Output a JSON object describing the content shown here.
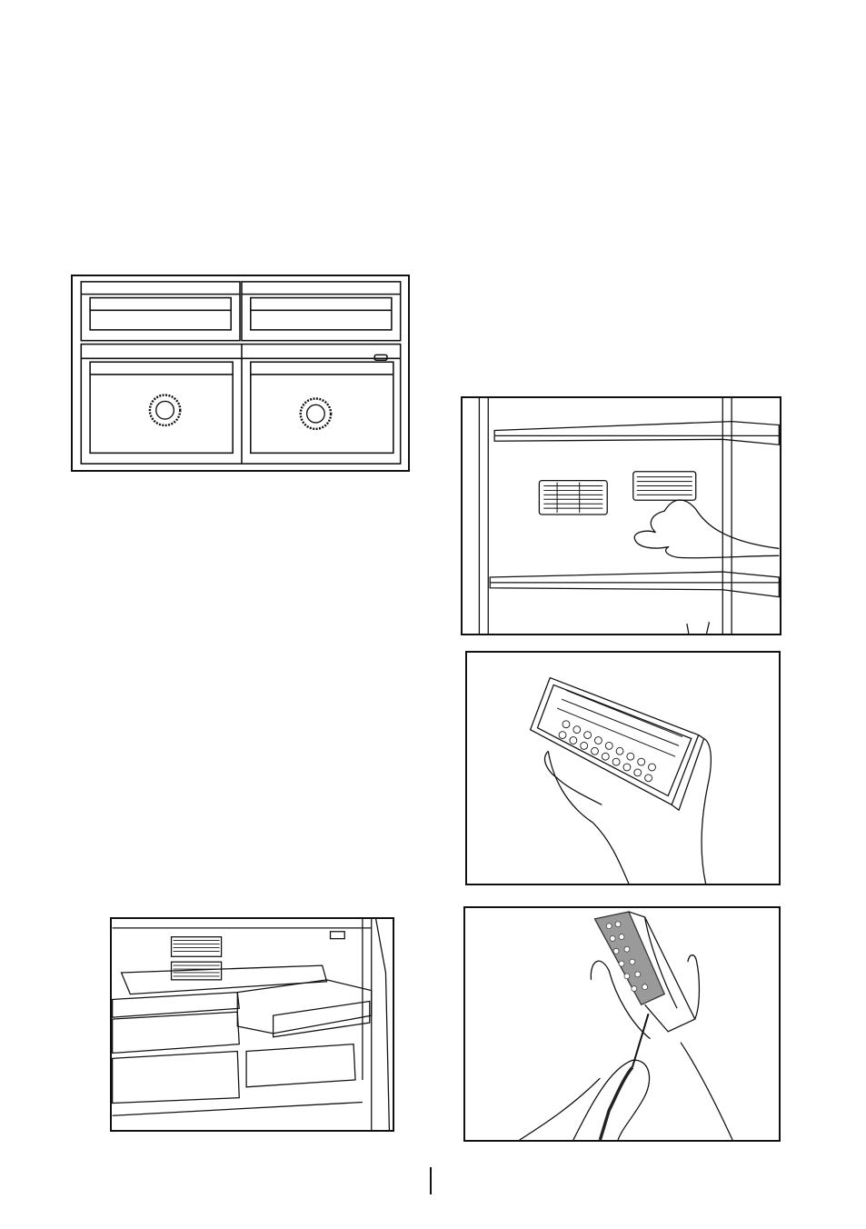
{
  "page": {
    "figures": [
      {
        "id": "drawers",
        "icon": "freezer-drawers-diagram-icon"
      },
      {
        "id": "vents",
        "icon": "fridge-vent-hand-icon"
      },
      {
        "id": "filter",
        "icon": "filter-cartridge-in-hand-icon"
      },
      {
        "id": "drawers2",
        "icon": "freezer-drawers-open-icon"
      },
      {
        "id": "remove",
        "icon": "filter-removal-screwdriver-icon"
      }
    ],
    "colors": {
      "line": "#111111",
      "background": "#ffffff",
      "filter_grey": "#9a9a9a"
    }
  }
}
